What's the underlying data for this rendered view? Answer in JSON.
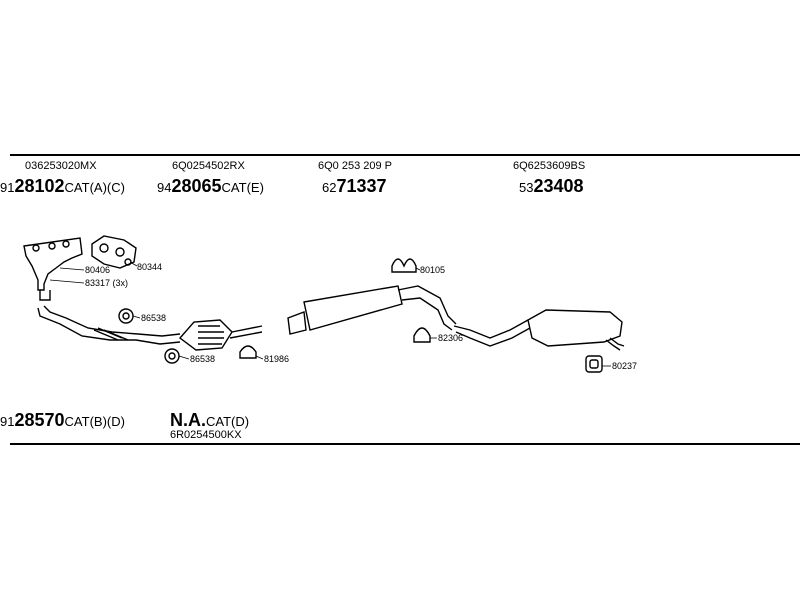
{
  "header_codes": [
    {
      "code": "036253020MX"
    },
    {
      "code": "6Q0254502RX"
    },
    {
      "code": "6Q0 253 209 P"
    },
    {
      "code": "6Q6253609BS"
    }
  ],
  "sets_top": [
    {
      "prefix": "91",
      "number": "28102",
      "suffix": "CAT(A)(C)"
    },
    {
      "prefix": "94",
      "number": "28065",
      "suffix": "CAT(E)"
    },
    {
      "prefix": "62",
      "number": "71337",
      "suffix": ""
    },
    {
      "prefix": "53",
      "number": "23408",
      "suffix": ""
    }
  ],
  "sets_bottom": [
    {
      "prefix": "91",
      "number": "28570",
      "suffix": "CAT(B)(D)"
    },
    {
      "prefix": "",
      "number": "N.A.",
      "suffix": "CAT(D)",
      "sub": "6R0254500KX"
    }
  ],
  "parts": [
    {
      "code": "80406"
    },
    {
      "code": "80344"
    },
    {
      "code": "83317 (3x)"
    },
    {
      "code": "86538"
    },
    {
      "code": "86538"
    },
    {
      "code": "81986"
    },
    {
      "code": "80105"
    },
    {
      "code": "82306"
    },
    {
      "code": "80237"
    }
  ]
}
